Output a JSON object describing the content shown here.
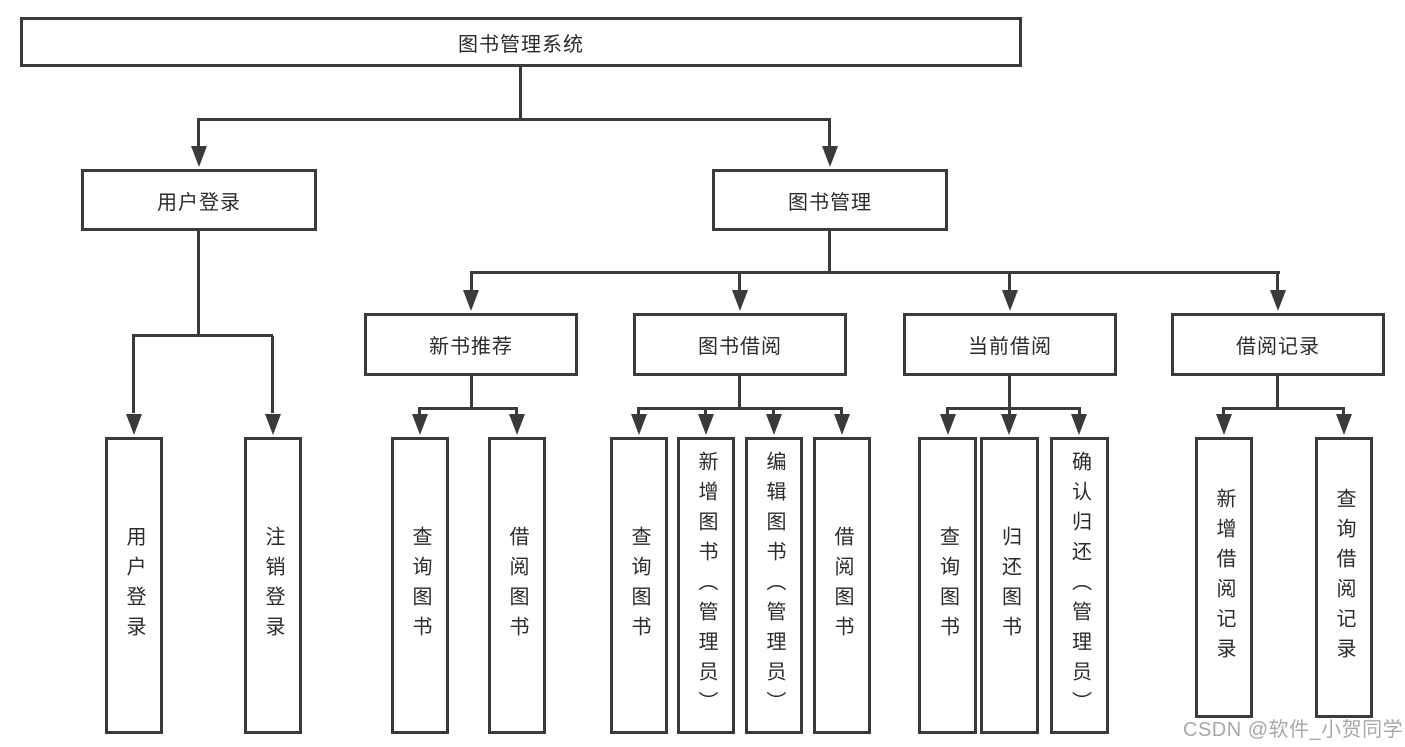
{
  "diagram": {
    "title": "图书管理系统",
    "type": "hierarchy-tree",
    "colors": {
      "background": "#ffffff",
      "line": "#3a3a3a",
      "border": "#3a3a3a",
      "text": "#2b2b2b",
      "watermark": "#a8a8a8"
    },
    "nodes": {
      "root": "图书管理系统",
      "user_login": "用户登录",
      "book_management": "图书管理",
      "new_book_recommendation": "新书推荐",
      "book_borrowing": "图书借阅",
      "current_borrowing": "当前借阅",
      "borrowing_records": "借阅记录",
      "leaf_user_login": "用户登录",
      "leaf_logout": "注销登录",
      "leaf_nb_query_books": "查询图书",
      "leaf_nb_borrow_books": "借阅图书",
      "leaf_bb_query_books": "查询图书",
      "leaf_bb_add_books": "新增图书（管理员）",
      "leaf_bb_edit_books": "编辑图书（管理员）",
      "leaf_bb_borrow_books": "借阅图书",
      "leaf_cb_query_books": "查询图书",
      "leaf_cb_return_books": "归还图书",
      "leaf_cb_confirm_return": "确认归还（管理员）",
      "leaf_br_add_record": "新增借阅记录",
      "leaf_br_query_record": "查询借阅记录"
    },
    "watermark": "CSDN @软件_小贺同学"
  }
}
